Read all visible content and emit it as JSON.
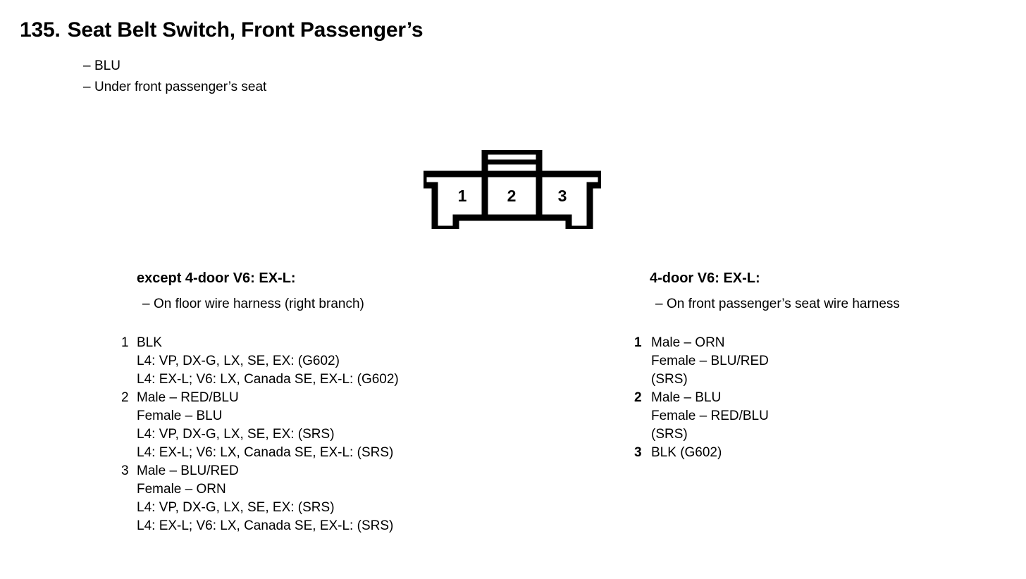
{
  "header": {
    "number": "135.",
    "title": "Seat Belt Switch, Front Passenger’s",
    "bullets": [
      "BLU",
      "Under front passenger’s seat"
    ]
  },
  "connector": {
    "name": "3-cavity-connector",
    "cavity_labels": [
      "1",
      "2",
      "3"
    ]
  },
  "columns": [
    {
      "heading": "except 4-door V6: EX-L:",
      "subnote": "On floor wire harness (right branch)",
      "terminals": [
        {
          "number": "1",
          "lines": [
            "BLK",
            "L4: VP, DX-G, LX, SE, EX: (G602)",
            "L4: EX-L; V6: LX, Canada SE, EX-L: (G602)"
          ]
        },
        {
          "number": "2",
          "lines": [
            "Male – RED/BLU",
            "Female – BLU",
            "L4: VP, DX-G, LX, SE, EX: (SRS)",
            "L4: EX-L; V6: LX, Canada SE, EX-L: (SRS)"
          ]
        },
        {
          "number": "3",
          "lines": [
            "Male – BLU/RED",
            "Female – ORN",
            "L4: VP, DX-G, LX, SE, EX: (SRS)",
            "L4: EX-L; V6: LX, Canada SE, EX-L: (SRS)"
          ]
        }
      ]
    },
    {
      "heading": "4-door V6: EX-L:",
      "subnote": "On front passenger’s seat wire harness",
      "terminals": [
        {
          "number": "1",
          "lines": [
            "Male – ORN",
            "Female – BLU/RED",
            "(SRS)"
          ]
        },
        {
          "number": "2",
          "lines": [
            "Male – BLU",
            "Female – RED/BLU",
            "(SRS)"
          ]
        },
        {
          "number": "3",
          "lines": [
            "BLK (G602)"
          ]
        }
      ]
    }
  ]
}
